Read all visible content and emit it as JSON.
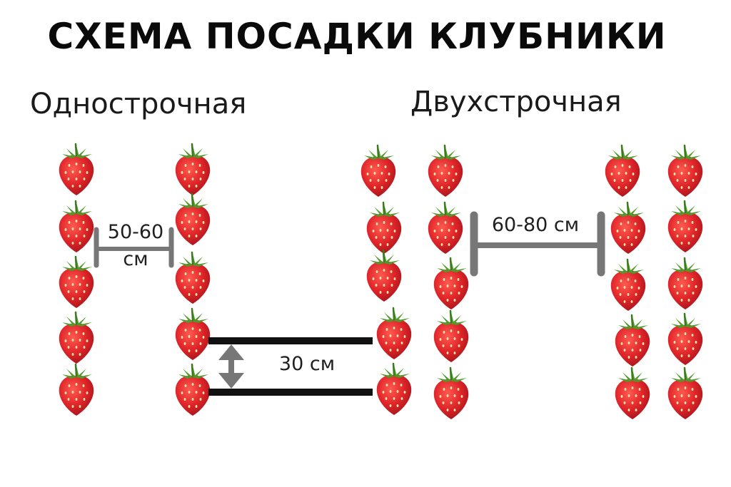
{
  "title": "СХЕМА ПОСАДКИ КЛУБНИКИ",
  "single_row": {
    "label": "Однострочная",
    "spacing_label_line1": "50-60",
    "spacing_label_line2": "см"
  },
  "double_row": {
    "label": "Двухстрочная",
    "spacing_label": "60-80 см"
  },
  "row_gap_label": "30 см",
  "colors": {
    "strawberry": "#e0252a",
    "leaf": "#4e9a2a",
    "bracket": "#777777",
    "bar": "#111111"
  },
  "icons": [
    "strawberry-icon",
    "bracket-icon",
    "double-arrow-icon"
  ]
}
